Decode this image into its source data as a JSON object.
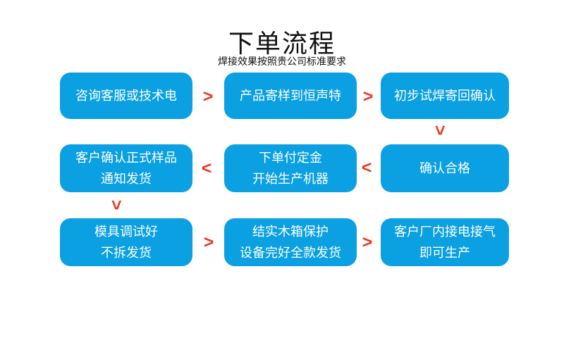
{
  "page": {
    "title": "下单流程",
    "subtitle": "焊接效果按照贵公司标准要求"
  },
  "colors": {
    "background": "#ffffff",
    "box_fill": "#0aa0e2",
    "box_text": "#ffffff",
    "arrow_red": "#e8391f",
    "title_text": "#111111"
  },
  "flow": {
    "boxes": [
      {
        "lines": [
          "咨询客服或技术电"
        ]
      },
      {
        "lines": [
          "产品寄样到恒声特"
        ]
      },
      {
        "lines": [
          "初步试焊寄回确认"
        ]
      },
      {
        "lines": [
          "客户确认正式样品",
          "通知发货"
        ]
      },
      {
        "lines": [
          "下单付定金",
          "开始生产机器"
        ]
      },
      {
        "lines": [
          "确认合格"
        ]
      },
      {
        "lines": [
          "模具调试好",
          "不拆发货"
        ]
      },
      {
        "lines": [
          "结实木箱保护",
          "设备完好全款发货"
        ]
      },
      {
        "lines": [
          "客户厂内接电接气",
          "即可生产"
        ]
      }
    ],
    "arrows": [
      {
        "glyph": ">",
        "direction": "right"
      },
      {
        "glyph": ">",
        "direction": "right"
      },
      {
        "glyph": ">",
        "direction": "down"
      },
      {
        "glyph": "<",
        "direction": "left"
      },
      {
        "glyph": "<",
        "direction": "left"
      },
      {
        "glyph": ">",
        "direction": "down"
      },
      {
        "glyph": ">",
        "direction": "right"
      },
      {
        "glyph": ">",
        "direction": "right"
      }
    ]
  }
}
